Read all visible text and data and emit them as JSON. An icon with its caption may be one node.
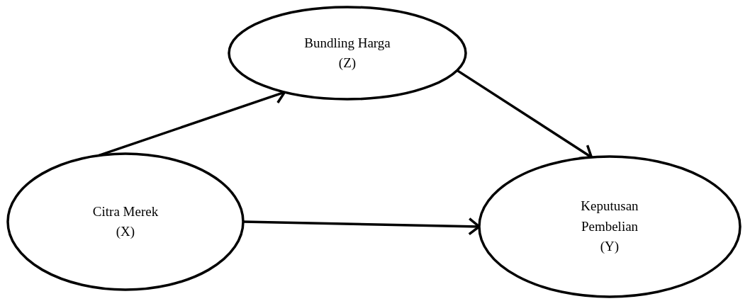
{
  "diagram": {
    "nodes": [
      {
        "text": [
          "Bundling Harga",
          "(Z)"
        ]
      },
      {
        "text": [
          "Citra Merek",
          "(X)"
        ]
      },
      {
        "text": [
          "Keputusan Pembelian",
          "(Y)"
        ]
      }
    ],
    "edges": [
      {
        "from": 1,
        "to": 0,
        "arrow": "to"
      },
      {
        "from": 0,
        "to": 2,
        "arrow": "to"
      },
      {
        "from": 1,
        "to": 2,
        "arrow": "to"
      }
    ]
  }
}
